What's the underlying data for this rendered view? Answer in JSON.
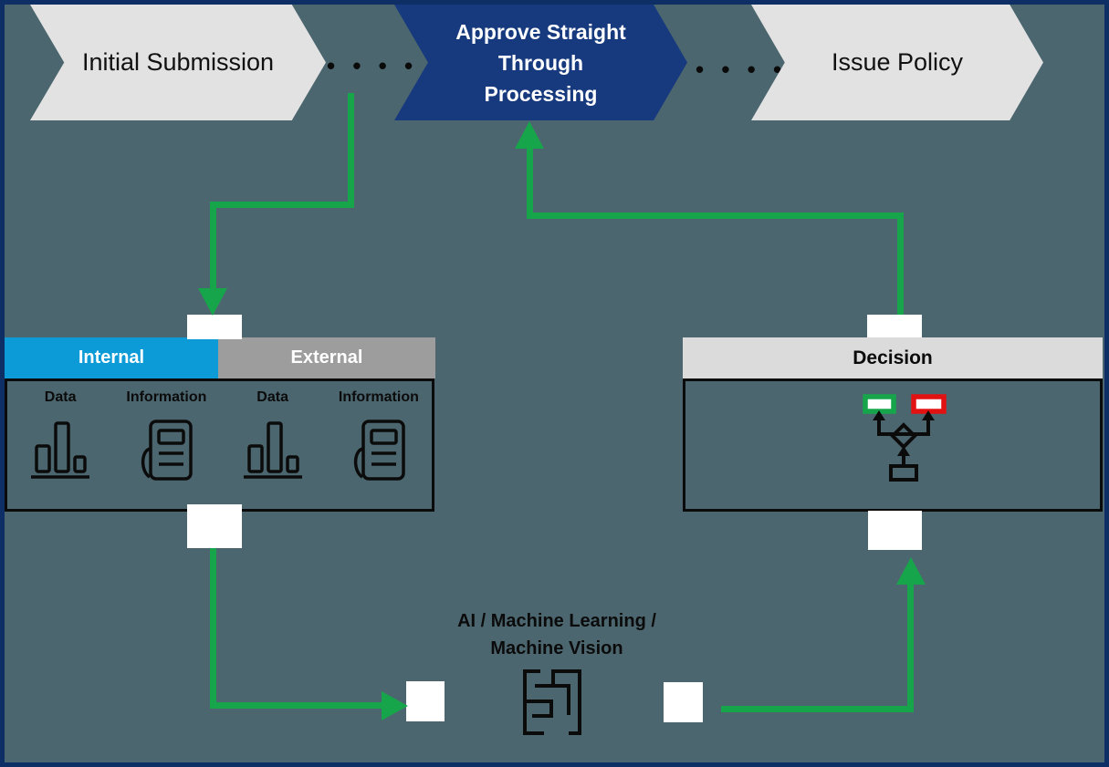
{
  "flow": {
    "steps": [
      {
        "label": "Initial Submission"
      },
      {
        "label_lines": [
          "Approve Straight",
          "Through",
          "Processing"
        ]
      },
      {
        "label": "Issue Policy"
      }
    ],
    "dots_left": "• • • •",
    "dots_right": "• • • •"
  },
  "data_sources": {
    "internal_tab": "Internal",
    "external_tab": "External",
    "columns": [
      {
        "label": "Data",
        "icon": "bar-chart-icon"
      },
      {
        "label": "Information",
        "icon": "document-icon"
      },
      {
        "label": "Data",
        "icon": "bar-chart-icon"
      },
      {
        "label": "Information",
        "icon": "document-icon"
      }
    ]
  },
  "decision": {
    "title": "Decision",
    "icon": "decision-tree-icon"
  },
  "ai": {
    "label_lines": [
      "AI / Machine Learning  /",
      "Machine Vision"
    ],
    "icon": "maze-icon"
  },
  "colors": {
    "background": "#4C666F",
    "frame": "#0E2F66",
    "chevron_light": "#E2E2E2",
    "chevron_dark": "#163A7D",
    "internal_blue": "#0D9BD8",
    "external_gray": "#9D9D9D",
    "decision_header_gray": "#DBDBDB",
    "arrow_green": "#16A54A",
    "approve_green": "#16A54A",
    "decline_red": "#E31212",
    "connector_white": "#FFFFFF"
  }
}
